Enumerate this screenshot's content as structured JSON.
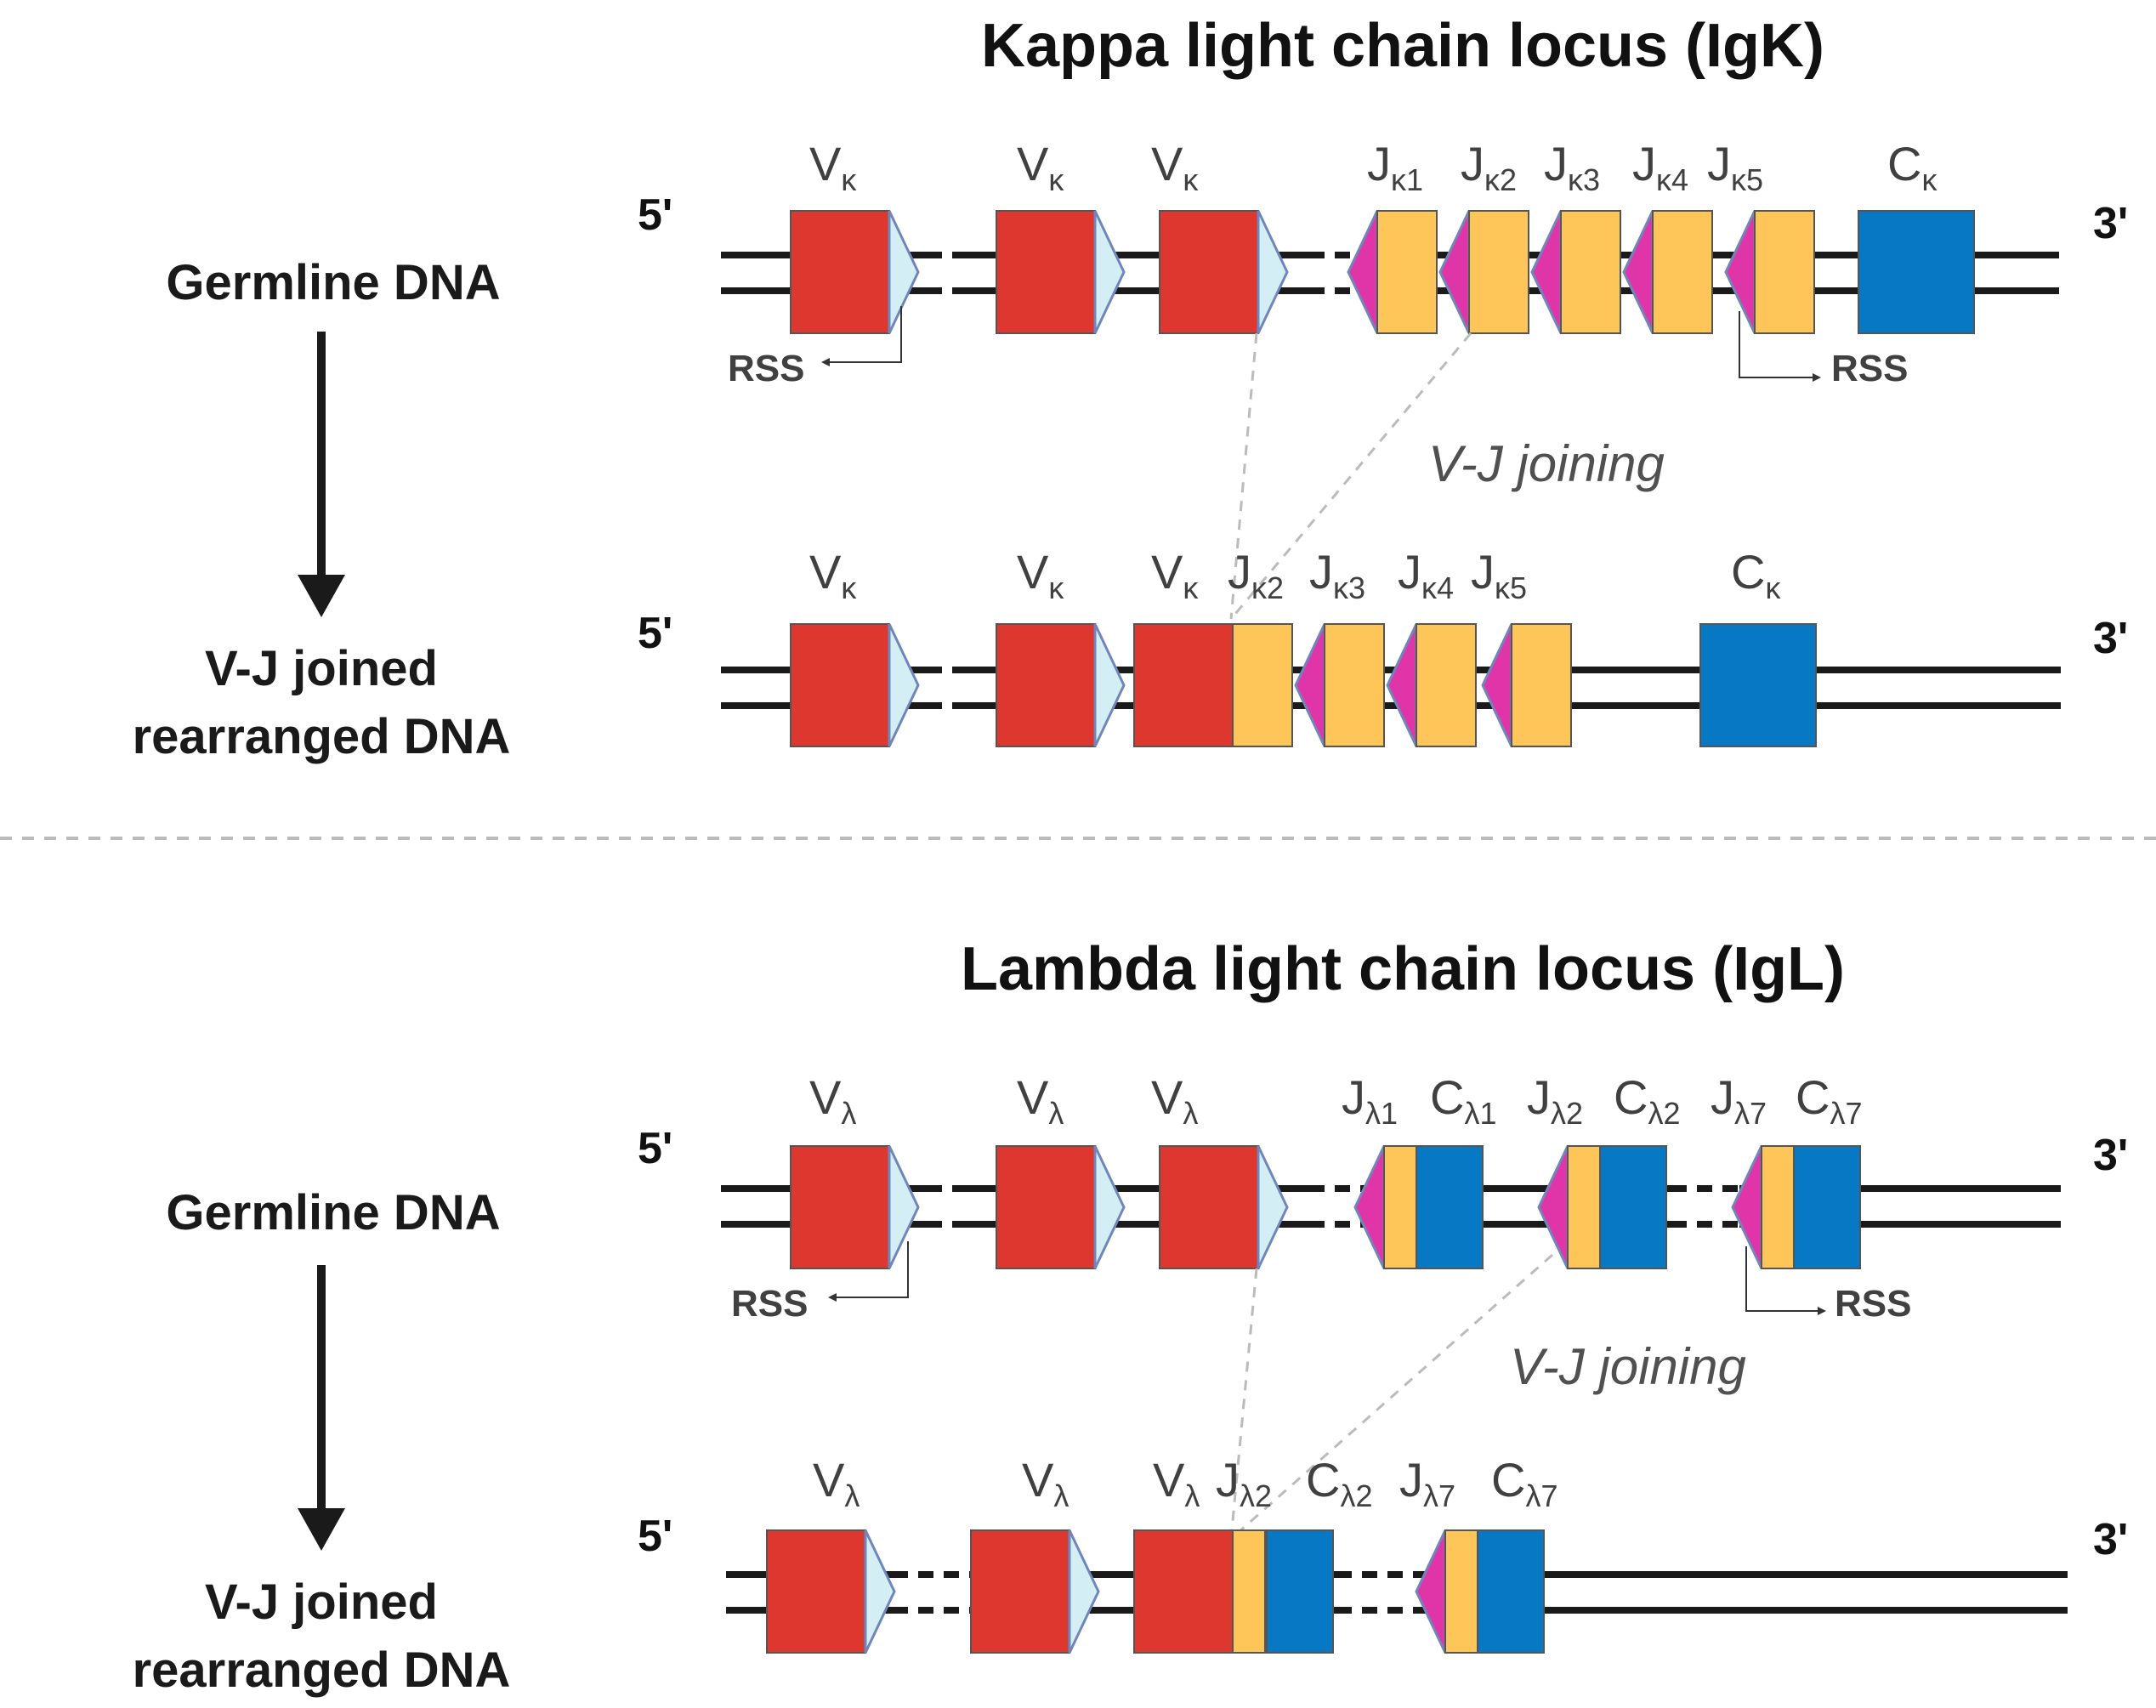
{
  "colors": {
    "v_segment": "#DE3730",
    "j_segment": "#FEC659",
    "c_segment": "#0779C4",
    "rss_v": "#D3EEF5",
    "rss_j": "#E035A8",
    "dna": "#1A1A1A",
    "guide": "#BBBBBB"
  },
  "kappa": {
    "title": "Kappa light chain locus (IgK)",
    "germline": {
      "side_label": "Germline DNA",
      "five_prime": "5'",
      "three_prime": "3'",
      "labels": {
        "v1": "V",
        "v1_sub": "κ",
        "v2": "V",
        "v2_sub": "κ",
        "v3": "V",
        "v3_sub": "κ",
        "j1": "J",
        "j1_sub": "κ1",
        "j2": "J",
        "j2_sub": "κ2",
        "j3": "J",
        "j3_sub": "κ3",
        "j4": "J",
        "j4_sub": "κ4",
        "j5": "J",
        "j5_sub": "κ5",
        "c": "C",
        "c_sub": "κ"
      },
      "rss_left": "RSS",
      "rss_right": "RSS"
    },
    "joining_label": "V-J joining",
    "rearranged": {
      "side_label_line1": "V-J joined",
      "side_label_line2": "rearranged DNA",
      "five_prime": "5'",
      "three_prime": "3'",
      "labels": {
        "v1": "V",
        "v1_sub": "κ",
        "v2": "V",
        "v2_sub": "κ",
        "v3": "V",
        "v3_sub": "κ",
        "j2": "J",
        "j2_sub": "κ2",
        "j3": "J",
        "j3_sub": "κ3",
        "j4": "J",
        "j4_sub": "κ4",
        "j5": "J",
        "j5_sub": "κ5",
        "c": "C",
        "c_sub": "κ"
      }
    }
  },
  "lambda": {
    "title": "Lambda light chain locus (IgL)",
    "germline": {
      "side_label": "Germline DNA",
      "five_prime": "5'",
      "three_prime": "3'",
      "labels": {
        "v1": "V",
        "v1_sub": "λ",
        "v2": "V",
        "v2_sub": "λ",
        "v3": "V",
        "v3_sub": "λ",
        "j1": "J",
        "j1_sub": "λ1",
        "c1": "C",
        "c1_sub": "λ1",
        "j2": "J",
        "j2_sub": "λ2",
        "c2": "C",
        "c2_sub": "λ2",
        "j7": "J",
        "j7_sub": "λ7",
        "c7": "C",
        "c7_sub": "λ7"
      },
      "rss_left": "RSS",
      "rss_right": "RSS"
    },
    "joining_label": "V-J joining",
    "rearranged": {
      "side_label_line1": "V-J joined",
      "side_label_line2": "rearranged DNA",
      "five_prime": "5'",
      "three_prime": "3'",
      "labels": {
        "v1": "V",
        "v1_sub": "λ",
        "v2": "V",
        "v2_sub": "λ",
        "v3": "V",
        "v3_sub": "λ",
        "j2": "J",
        "j2_sub": "λ2",
        "c2": "C",
        "c2_sub": "λ2",
        "j7": "J",
        "j7_sub": "λ7",
        "c7": "C",
        "c7_sub": "λ7"
      }
    }
  }
}
